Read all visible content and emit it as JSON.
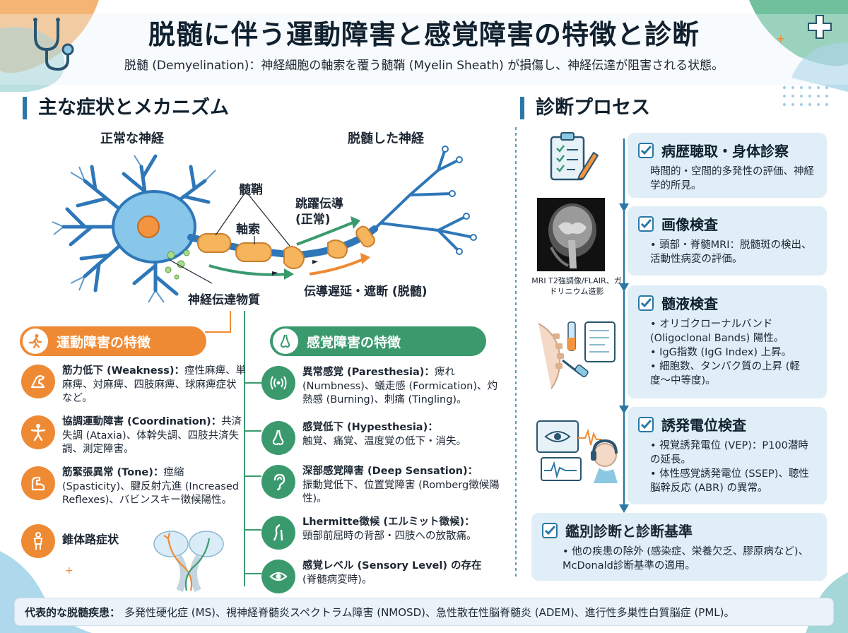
{
  "title": "脱髄に伴う運動障害と感覚障害の特徴と診断",
  "subtitle": "脱髄 (Demyelination)：神経細胞の軸索を覆う髄鞘 (Myelin Sheath) が損傷し、神経伝達が阻害される状態。",
  "colors": {
    "accent_blue": "#2b78a6",
    "motor_orange": "#ef8a34",
    "sensory_green": "#3a9a6e",
    "step_bg": "#dfeef7"
  },
  "left": {
    "section_title": "主な症状とメカニズム",
    "diagram": {
      "normal_label": "正常な神経",
      "demyelinated_label": "脱髄した神経",
      "myelin_label": "髄鞘",
      "axon_label": "軸索",
      "saltatory_label": "跳躍伝導\n(正常)",
      "neurotransmitter_label": "神経伝達物質",
      "delay_label": "伝導遅延・遮断 (脱髄)"
    },
    "motor": {
      "heading": "運動障害の特徴",
      "items": [
        {
          "icon": "flexed-arm-icon",
          "title": "筋力低下 (Weakness)：",
          "body": "痙性麻痺、単麻痺、対麻痺、四肢麻痺、球麻痺症状など。"
        },
        {
          "icon": "balance-person-icon",
          "title": "協調運動障害 (Coordination)：",
          "body": "共済失調 (Ataxia)、体幹失調、四肢共済失調、測定障害。"
        },
        {
          "icon": "arm-tone-icon",
          "title": "筋緊張異常 (Tone)：",
          "body": "痙縮 (Spasticity)、腱反射亢進 (Increased Reflexes)、バビンスキー徴候陽性。"
        },
        {
          "icon": "body-figure-icon",
          "title": "錐体路症状",
          "body": ""
        }
      ]
    },
    "sensory": {
      "heading": "感覚障害の特徴",
      "items": [
        {
          "icon": "tingling-hand-icon",
          "title": "異常感覚 (Paresthesia)：",
          "body": "痺れ (Numbness)、蟻走感 (Formication)、灼熱感 (Burning)、刺痛 (Tingling)。"
        },
        {
          "icon": "nose-icon",
          "title": "感覚低下 (Hypesthesia)：",
          "body": "触覚、痛覚、温度覚の低下・消失。"
        },
        {
          "icon": "ear-icon",
          "title": "深部感覚障害 (Deep Sensation)：",
          "body": "振動覚低下、位置覚障害 (Romberg徴候陽性)。"
        },
        {
          "icon": "neck-flex-icon",
          "title": "Lhermitte徴候 (エルミット徴候)：",
          "body": "頸部前屈時の背部・四肢への放散痛。"
        },
        {
          "icon": "eye-icon",
          "title": "感覚レベル (Sensory Level) の存在",
          "body": "(脊髄病変時)。"
        }
      ]
    }
  },
  "right": {
    "section_title": "診断プロセス",
    "mri_caption": "MRI T2強調像/FLAIR、ガドリニウム造影",
    "steps": [
      {
        "title": "病歴聴取・身体診察",
        "body": [
          "時間的・空間的多発性の評価、神経学的所見。"
        ]
      },
      {
        "title": "画像検査",
        "body": [
          "• 頭部・脊髄MRI：脱髄斑の検出、活動性病変の評価。"
        ]
      },
      {
        "title": "髄液検査",
        "body": [
          "• オリゴクローナルバンド (Oligoclonal Bands) 陽性。",
          "• IgG指数 (IgG Index) 上昇。",
          "• 細胞数、タンパク質の上昇 (軽度〜中等度)。"
        ]
      },
      {
        "title": "誘発電位検査",
        "body": [
          "• 視覚誘発電位 (VEP)：P100潜時の延長。",
          "• 体性感覚誘発電位 (SSEP)、聴性脳幹反応 (ABR) の異常。"
        ]
      }
    ],
    "final": {
      "title": "鑑別診断と診断基準",
      "body": "• 他の疾患の除外 (感染症、栄養欠乏、膠原病など)、McDonald診断基準の適用。"
    }
  },
  "footer": {
    "label": "代表的な脱髄疾患：",
    "text": "多発性硬化症 (MS)、視神経脊髄炎スペクトラム障害 (NMOSD)、急性散在性脳脊髄炎 (ADEM)、進行性多巣性白質脳症 (PML)。"
  }
}
